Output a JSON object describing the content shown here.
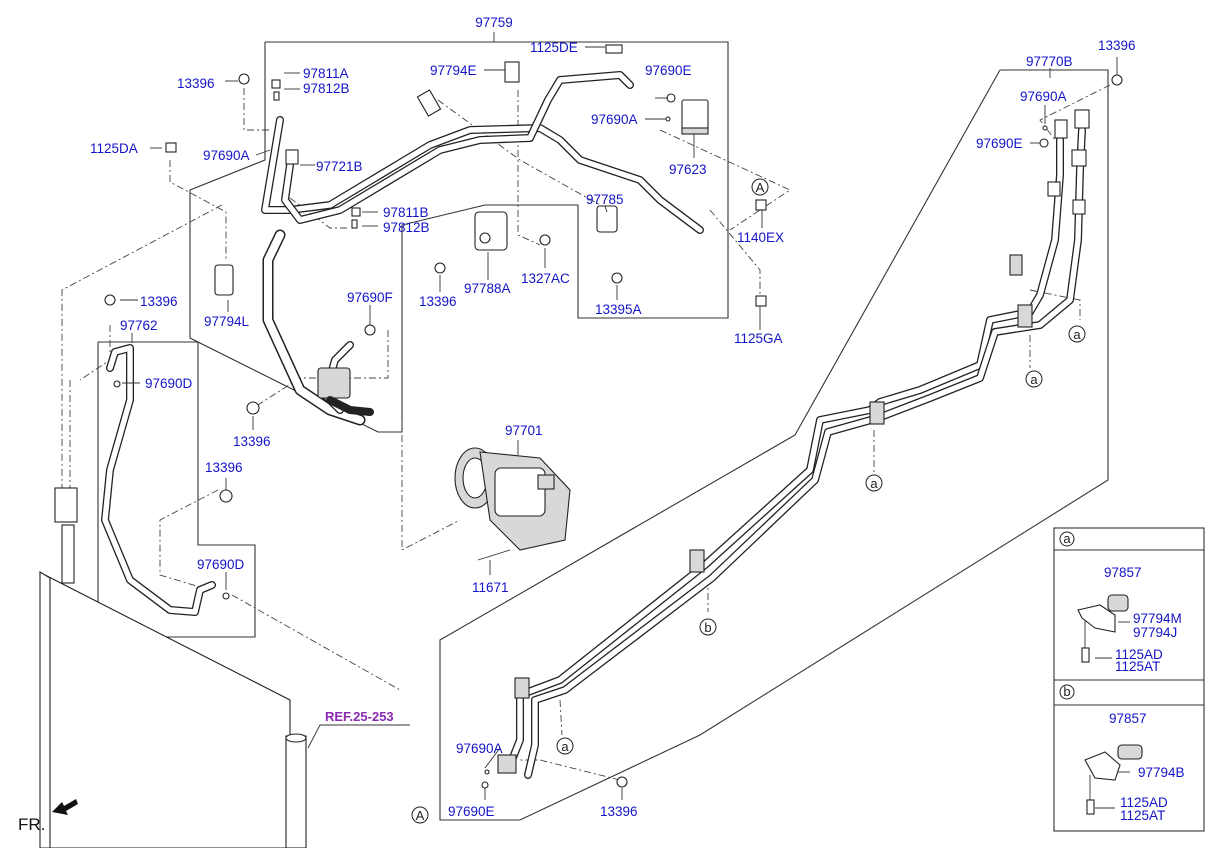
{
  "diagram": {
    "labels": {
      "main_assembly": "97759",
      "p_13396_a": "13396",
      "p_97811A": "97811A",
      "p_97812B_a": "97812B",
      "p_1125DA": "1125DA",
      "p_97690A_a": "97690A",
      "p_97721B": "97721B",
      "p_97811B": "97811B",
      "p_97812B_b": "97812B",
      "p_97794L": "97794L",
      "p_97794E": "97794E",
      "p_1125DE": "1125DE",
      "p_97690E_a": "97690E",
      "p_97690A_b": "97690A",
      "p_97623": "97623",
      "p_97785": "97785",
      "p_1140EX": "1140EX",
      "p_13396_b": "13396",
      "p_97788A": "97788A",
      "p_1327AC": "1327AC",
      "p_13395A": "13395A",
      "p_1125GA": "1125GA",
      "p_97690F": "97690F",
      "p_13396_c": "13396",
      "p_97762": "97762",
      "p_13396_d": "13396",
      "p_97690D_a": "97690D",
      "p_13396_e": "13396",
      "p_97690D_b": "97690D",
      "p_97701": "97701",
      "p_11671": "11671",
      "ref": "REF.25-253",
      "fr": "FR.",
      "p_97770B": "97770B",
      "p_13396_f": "13396",
      "p_97690A_c": "97690A",
      "p_97690E_b": "97690E",
      "p_97690A_d": "97690A",
      "p_97690E_c": "97690E",
      "p_13396_g": "13396"
    },
    "markers": {
      "A": "A",
      "a": "a",
      "b": "b"
    },
    "detail_a": {
      "title": "a",
      "p1": "97857",
      "p2": "97794M",
      "p3": "97794J",
      "p4": "1125AD",
      "p5": "1125AT"
    },
    "detail_b": {
      "title": "b",
      "p1": "97857",
      "p2": "97794B",
      "p3": "1125AD",
      "p4": "1125AT"
    }
  }
}
